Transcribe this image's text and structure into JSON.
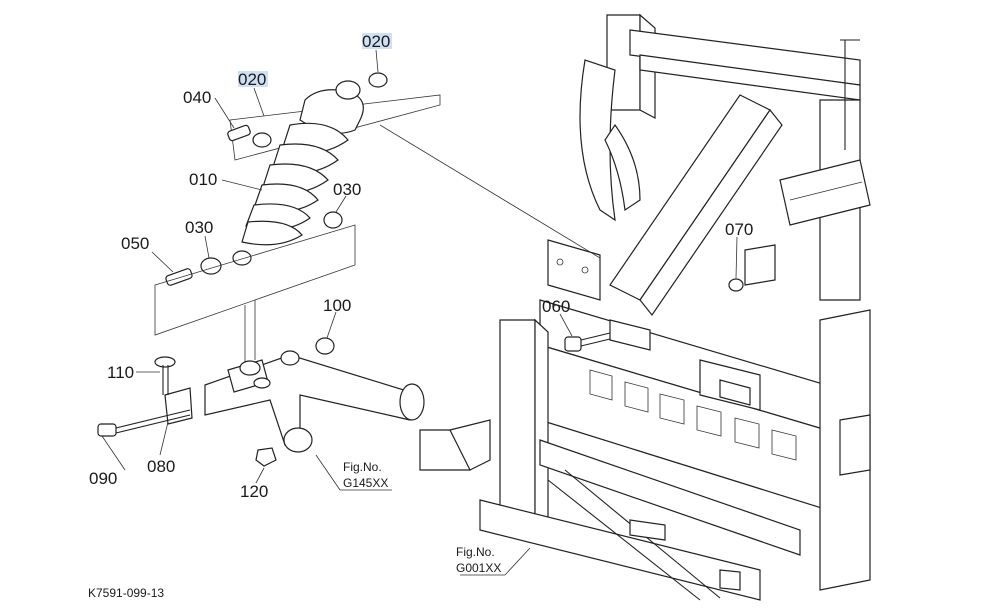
{
  "labels": {
    "p010": "010",
    "p020a": "020",
    "p020b": "020",
    "p030a": "030",
    "p030b": "030",
    "p040": "040",
    "p050": "050",
    "p060": "060",
    "p070": "070",
    "p080": "080",
    "p090": "090",
    "p100": "100",
    "p110": "110",
    "p120": "120"
  },
  "fig_refs": {
    "g145_line1": "Fig.No.",
    "g145_line2": "G145XX",
    "g001_line1": "Fig.No.",
    "g001_line2": "G001XX"
  },
  "footer": {
    "code": "K7591-099-13"
  },
  "colors": {
    "highlight": "#cfe0f5",
    "stroke": "#222222"
  }
}
